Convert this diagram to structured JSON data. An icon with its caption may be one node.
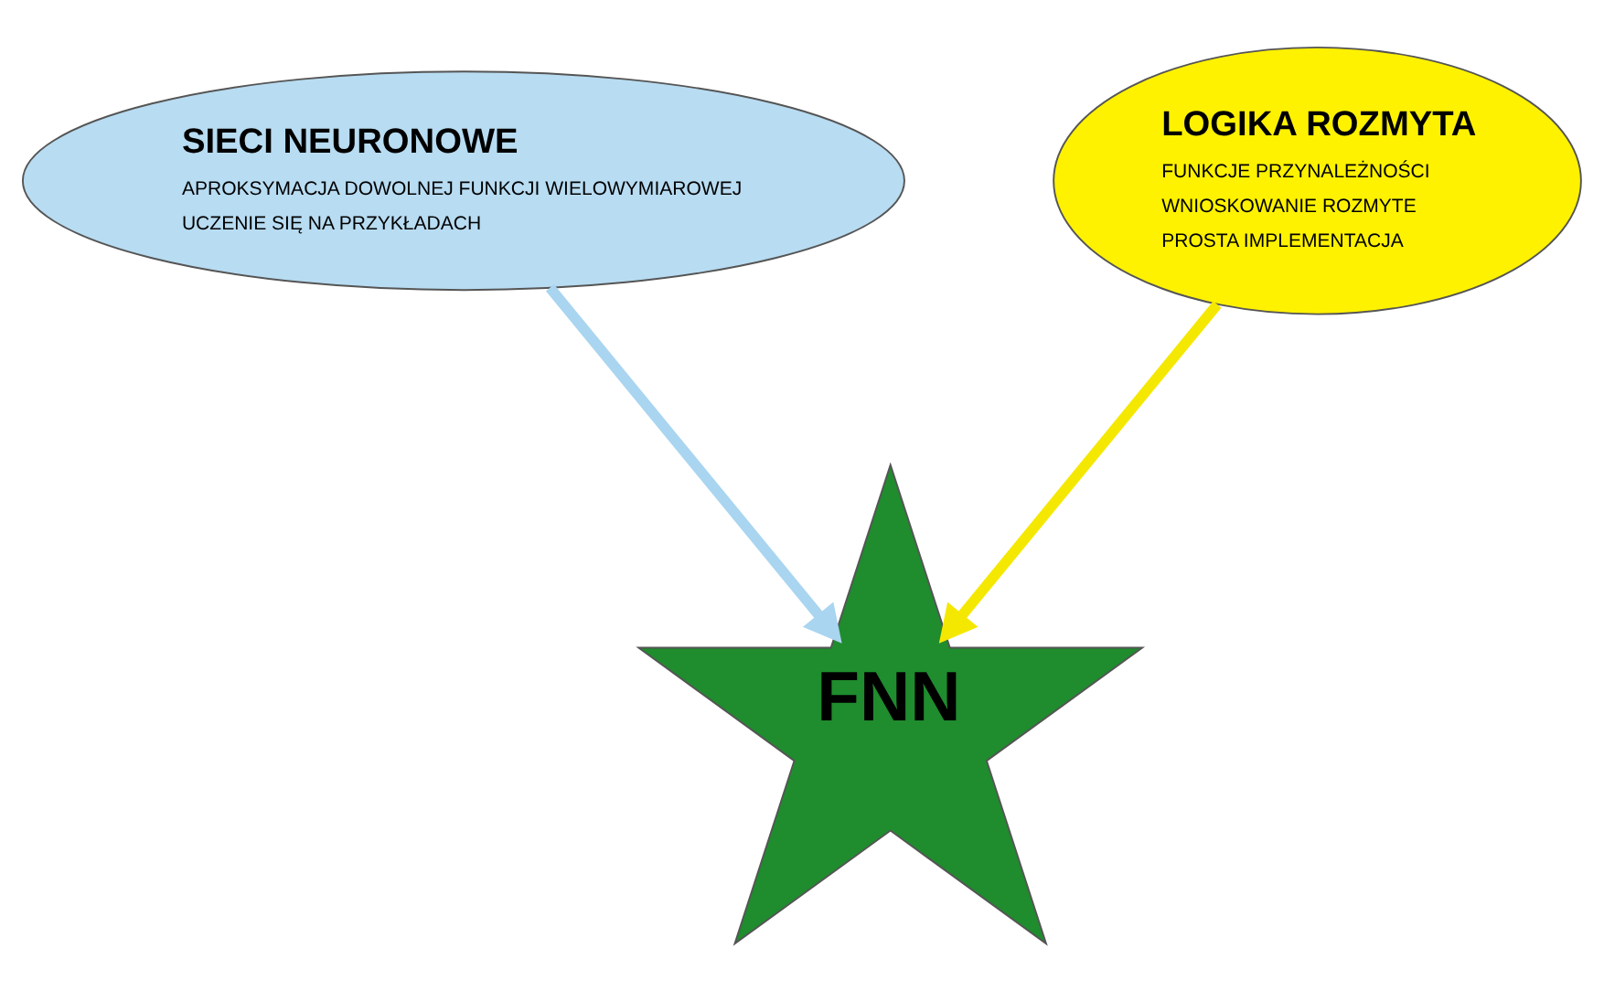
{
  "diagram": {
    "nodes": [
      {
        "text": [
          "SIECI NEURONOWE",
          "APROKSYMACJA DOWOLNEJ FUNKCJI WIELOWYMIAROWEJ",
          "UCZENIE SIĘ NA PRZYKŁADACH"
        ]
      },
      {
        "text": [
          "LOGIKA ROZMYTA",
          "FUNKCJE PRZYNALEŻNOŚCI",
          "WNIOSKOWANIE ROZMYTE",
          "PROSTA IMPLEMENTACJA"
        ]
      },
      {
        "text": [
          "FNN"
        ]
      }
    ],
    "edges": [
      {
        "from": 0,
        "to": 2,
        "arrow": "to",
        "color": "#a9d5f0"
      },
      {
        "from": 1,
        "to": 2,
        "arrow": "to",
        "color": "#f5e800"
      }
    ]
  }
}
